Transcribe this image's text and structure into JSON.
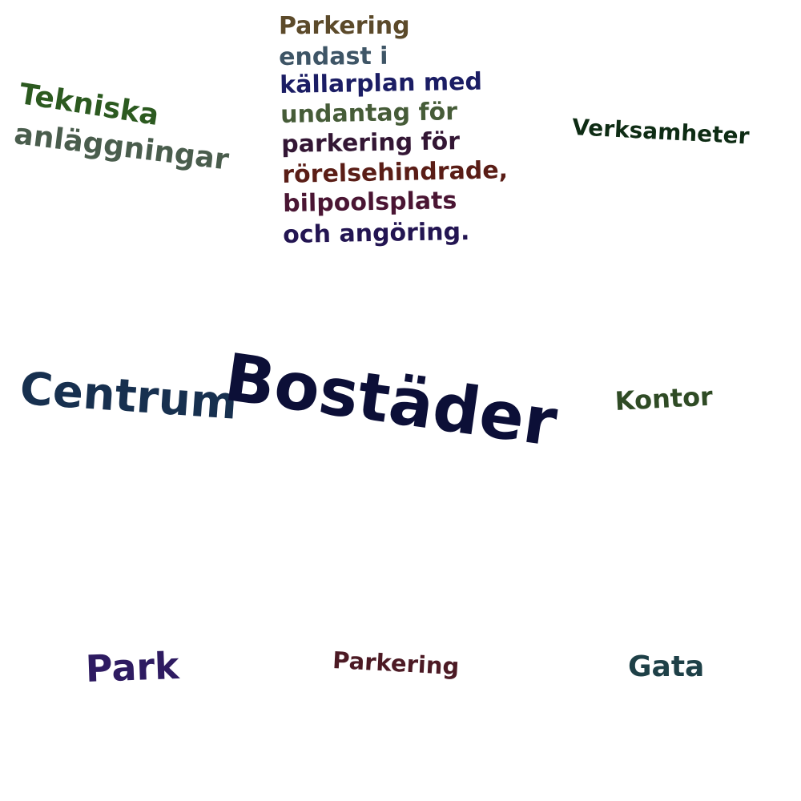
{
  "words": {
    "bostader": {
      "text": "Bostäder",
      "color": "#0c0f37"
    },
    "centrum": {
      "text": "Centrum",
      "color": "#17304f"
    },
    "tekniska": {
      "text": "Tekniska",
      "color": "#2c5a20"
    },
    "anlaggningar": {
      "text": "anläggningar",
      "color": "#4a5d4d"
    },
    "verksamheter": {
      "text": "Verksamheter",
      "color": "#0e2c14"
    },
    "kontor": {
      "text": "Kontor",
      "color": "#2f4b25"
    },
    "park": {
      "text": "Park",
      "color": "#2e1b61"
    },
    "parkering": {
      "text": "Parkering",
      "color": "#4c1a24"
    },
    "gata": {
      "text": "Gata",
      "color": "#1e4047"
    }
  },
  "parking_note": {
    "lines": [
      {
        "text": "Parkering",
        "color": "#5c4a2a"
      },
      {
        "text": "endast i",
        "color": "#3e5566"
      },
      {
        "text": "källarplan med",
        "color": "#1b1d64"
      },
      {
        "text": "undantag för",
        "color": "#465c38"
      },
      {
        "text": "parkering för",
        "color": "#331634"
      },
      {
        "text": "rörelsehindrade,",
        "color": "#5a1d16"
      },
      {
        "text": "bilpoolsplats",
        "color": "#4a1533"
      },
      {
        "text": "och angöring.",
        "color": "#231552"
      }
    ]
  }
}
